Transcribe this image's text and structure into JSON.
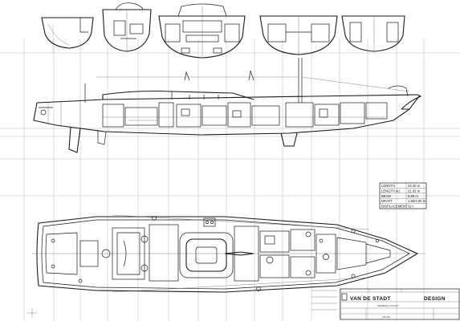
{
  "specs": {
    "rows": [
      {
        "label": "LENGTH",
        "value": "24.40  m"
      },
      {
        "label": "LENGTH w.l.",
        "value": "21.02  m"
      },
      {
        "label": "BEAM",
        "value": "5.80  m"
      },
      {
        "label": "DRAFT",
        "value": "1.65/4.00  m"
      },
      {
        "label": "DISPLACEMENT",
        "value": "32  t"
      }
    ]
  },
  "title_block": {
    "brand": "VAN DE STADT",
    "brand_suffix": "DESIGN",
    "drawing_title": "GENERAL LAYOUT",
    "sheet": "JVK 80"
  },
  "colors": {
    "ink": "#1a1a1a",
    "grid": "#9a9a9a",
    "paper": "#ffffff"
  }
}
